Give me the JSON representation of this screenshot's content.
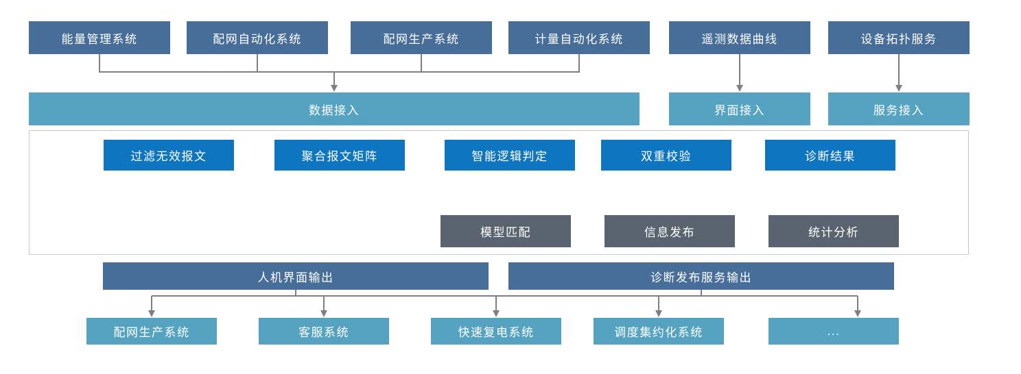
{
  "diagram": {
    "source_systems": [
      "能量管理系统",
      "配网自动化系统",
      "配网生产系统",
      "计量自动化系统",
      "遥测数据曲线",
      "设备拓扑服务"
    ],
    "access_layers": [
      "数据接入",
      "界面接入",
      "服务接入"
    ],
    "process_steps": [
      "过滤无效报文",
      "聚合报文矩阵",
      "智能逻辑判定",
      "双重校验",
      "诊断结果"
    ],
    "result_outputs": [
      "模型匹配",
      "信息发布",
      "统计分析"
    ],
    "output_channels": [
      "人机界面输出",
      "诊断发布服务输出"
    ],
    "target_systems": [
      "配网生产系统",
      "客服系统",
      "快速复电系统",
      "调度集约化系统",
      "..."
    ],
    "colors": {
      "source_box": "#476d99",
      "access_bar": "#55a3c1",
      "process_box": "#0e76c0",
      "result_box": "#5a6370",
      "output_bar": "#476d99",
      "target_box": "#55a3c1",
      "connector": "#7f7f7f",
      "frame_border": "#c9c9c9"
    }
  }
}
